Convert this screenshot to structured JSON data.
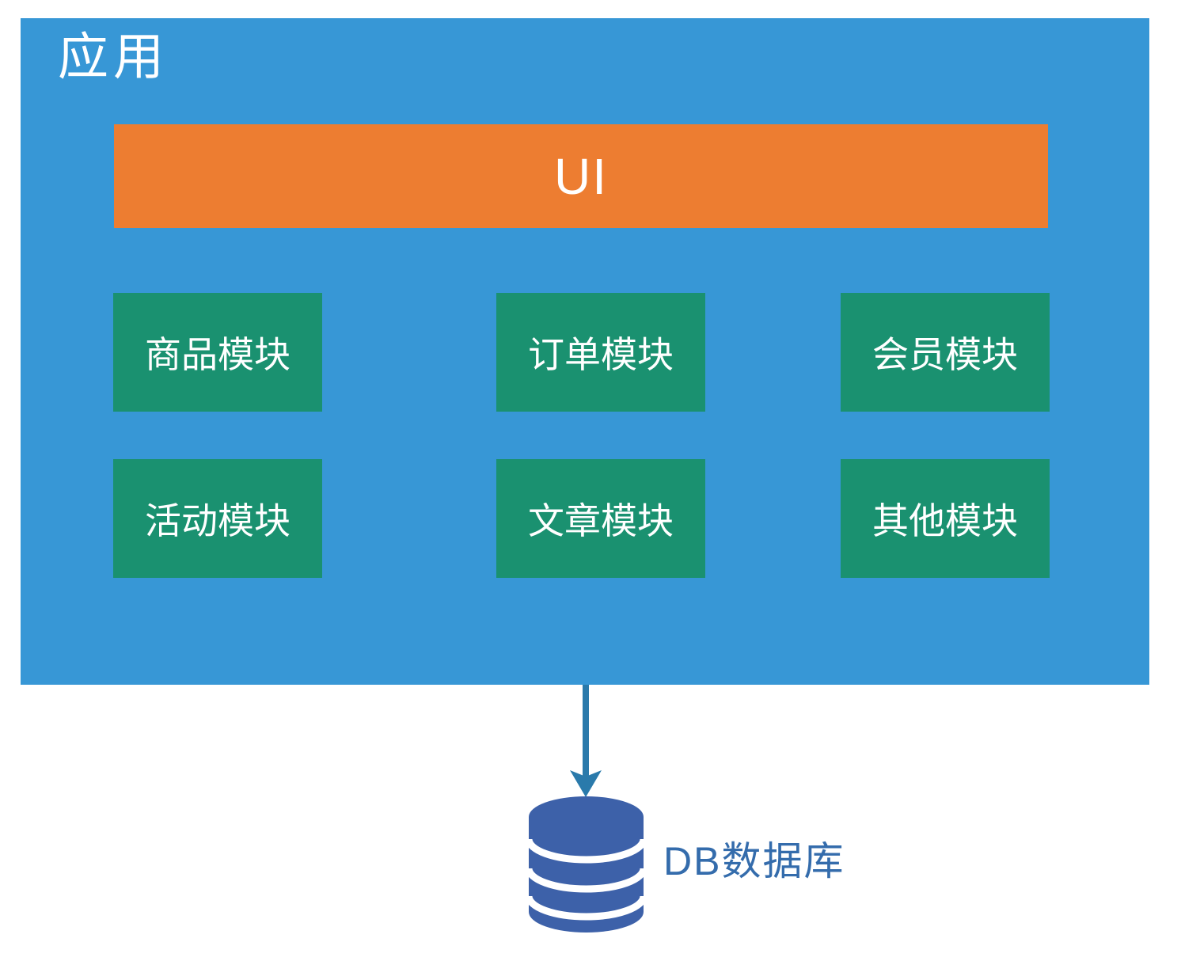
{
  "app": {
    "title": "应用",
    "ui_label": "UI"
  },
  "modules": [
    {
      "label": "商品模块"
    },
    {
      "label": "订单模块"
    },
    {
      "label": "会员模块"
    },
    {
      "label": "活动模块"
    },
    {
      "label": "文章模块"
    },
    {
      "label": "其他模块"
    }
  ],
  "database": {
    "label": "DB数据库",
    "icon": "database-cylinder-icon"
  },
  "connector": {
    "icon": "down-arrow-icon",
    "from": "应用",
    "to": "DB数据库"
  },
  "colors": {
    "app_bg": "#3797D6",
    "ui_bar_bg": "#ED7D31",
    "module_bg": "#1A9170",
    "arrow": "#2A7AAB",
    "db_icon": "#3D61A9",
    "db_label": "#346CAC",
    "text": "#FFFFFF"
  }
}
